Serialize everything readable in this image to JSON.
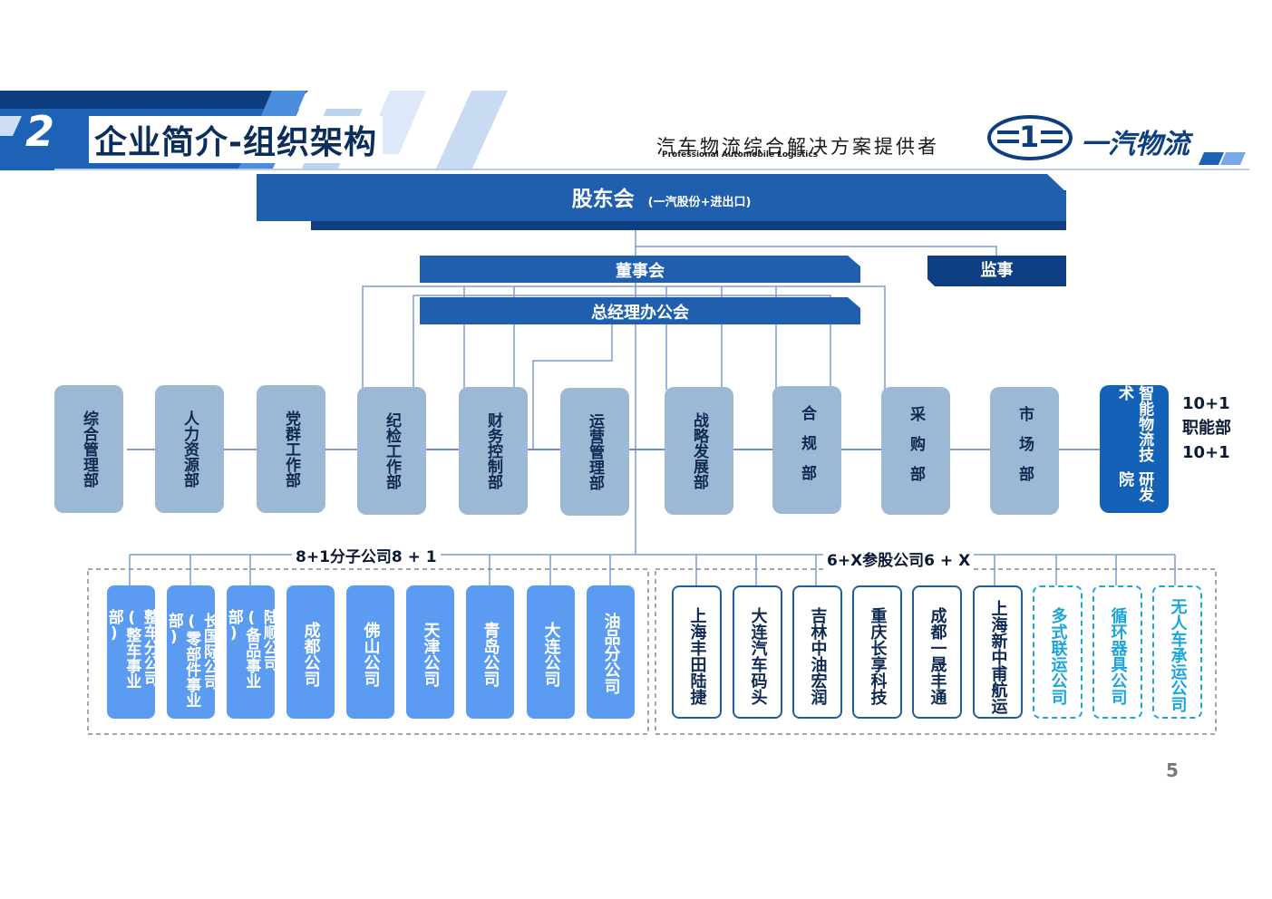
{
  "header": {
    "section_number": "2",
    "title": "企业简介-组织架构",
    "slogan_cn": "汽车物流综合解决方案提供者",
    "slogan_en": "Professional Automobile Logistics",
    "brand_name": "一汽物流",
    "logo_glyph": "1"
  },
  "shareholders": {
    "label": "股东会",
    "note": "(一汽股份+进出口)"
  },
  "board": {
    "label": "董事会"
  },
  "supervisor": {
    "label": "监事"
  },
  "gm_office": {
    "label": "总经理办公会"
  },
  "departments": [
    {
      "label": "综合管理部"
    },
    {
      "label": "人力资源部"
    },
    {
      "label": "党群工作部"
    },
    {
      "label": "纪检工作部"
    },
    {
      "label": "财务控制部"
    },
    {
      "label": "运营管理部"
    },
    {
      "label": "战略发展部"
    },
    {
      "label": "合规部"
    },
    {
      "label": "采购部"
    },
    {
      "label": "市场部"
    }
  ],
  "institute": {
    "col1": "智能物流技术",
    "col2": "研发院"
  },
  "side_note": {
    "line1": "10+1",
    "line2": "职能部",
    "line3": "10+1"
  },
  "subsidiaries_group": {
    "label": "8+1分子公司8 + 1",
    "items": [
      {
        "col1": "整车分公司",
        "col2": "(整车事业部)"
      },
      {
        "col1": "长国际公司",
        "col2": "(零部件事业部)"
      },
      {
        "col1": "陆顺公司",
        "col2": "(备品事业部)"
      },
      {
        "col1": "成都公司",
        "col2": ""
      },
      {
        "col1": "佛山公司",
        "col2": ""
      },
      {
        "col1": "天津公司",
        "col2": ""
      },
      {
        "col1": "青岛公司",
        "col2": ""
      },
      {
        "col1": "大连公司",
        "col2": ""
      },
      {
        "col1": "油品分公司",
        "col2": ""
      }
    ]
  },
  "jv_group": {
    "label": "6+X参股公司6 + X",
    "items": [
      {
        "label": "上海丰田陆捷",
        "style": "solid"
      },
      {
        "label": "大连汽车码头",
        "style": "solid"
      },
      {
        "label": "吉林中油宏润",
        "style": "solid"
      },
      {
        "label": "重庆长享科技",
        "style": "solid"
      },
      {
        "label": "成都一晟丰通",
        "style": "solid"
      },
      {
        "label": "上海新中甫航运",
        "style": "solid"
      },
      {
        "label": "多式联运公司",
        "style": "dashed"
      },
      {
        "label": "循环器具公司",
        "style": "dashed"
      },
      {
        "label": "无人车承运公司",
        "style": "dashed"
      }
    ]
  },
  "page_number": "5",
  "colors": {
    "dark_blue": "#0d4a96",
    "mid_blue": "#1f5fae",
    "dept_fill": "#9db8d4",
    "sub_fill": "#5b9cf2",
    "jv_border": "#1f5f9c",
    "dashed_accent": "#1aa6dc",
    "line": "#7a9bd6"
  }
}
